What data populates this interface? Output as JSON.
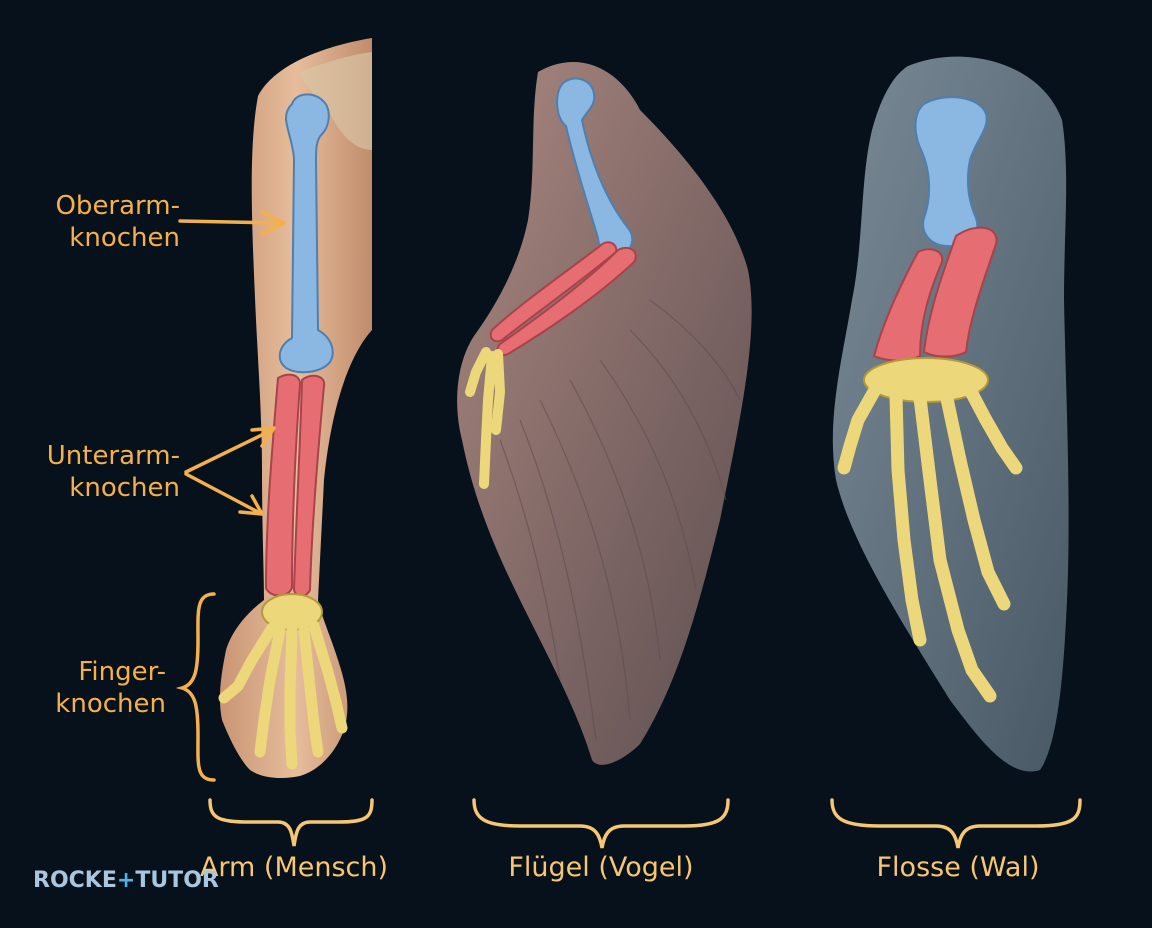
{
  "labels": {
    "humerus": [
      "Oberarm-",
      "knochen"
    ],
    "forearm": [
      "Unterarm-",
      "knochen"
    ],
    "fingers": [
      "Finger-",
      "knochen"
    ]
  },
  "captions": {
    "human": "Arm (Mensch)",
    "bird": "Flügel (Vogel)",
    "whale": "Flosse (Wal)"
  },
  "logo": {
    "left": "ROCKE",
    "plus": "+",
    "right": "TUTOR"
  },
  "colors": {
    "background": "#07111b",
    "label": "#f4b04a",
    "humerus": "#8bb8e2",
    "forearm": "#e66e73",
    "finger_bones": "#ecd77b",
    "skin": "#dcae8a",
    "feathers": "#a7857f",
    "fin": "#8ea3b1"
  }
}
